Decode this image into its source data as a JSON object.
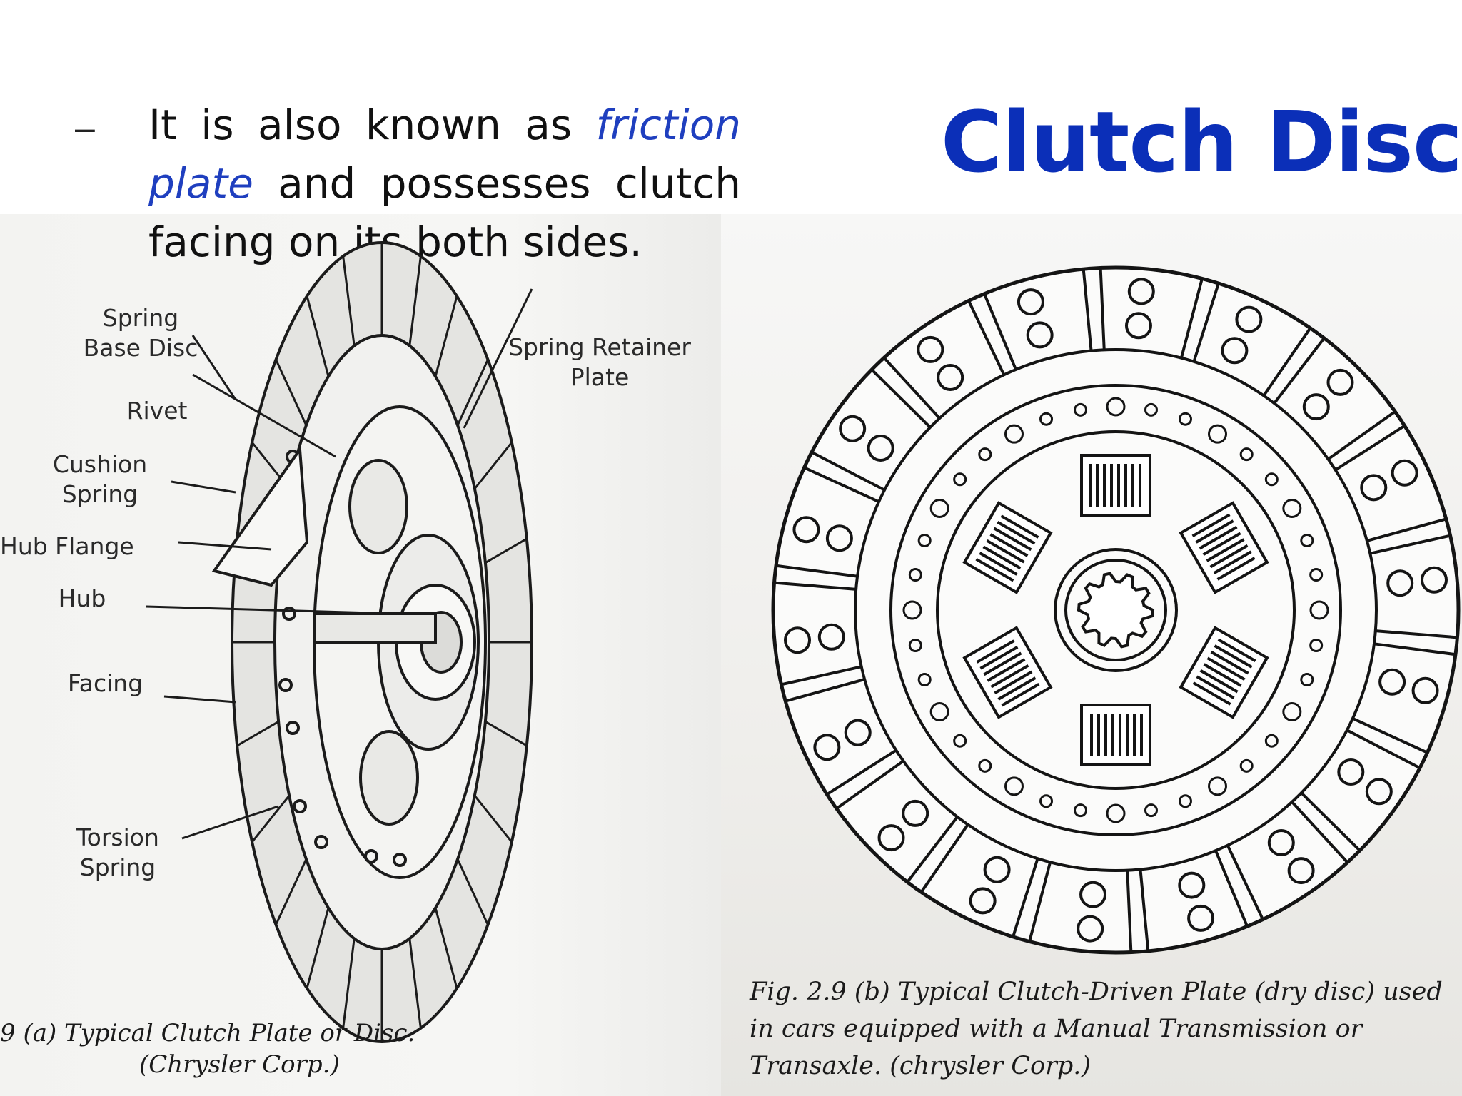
{
  "slide": {
    "title": "Clutch Disc",
    "bullet": {
      "marker": "–",
      "text_before": "It is also known as ",
      "highlight": "friction plate",
      "text_after": " and possesses clutch facing on its both sides."
    }
  },
  "figure_left": {
    "labels": {
      "spring_base_disc": "Spring\nBase Disc",
      "spring_retainer_plate": "Spring Retainer\nPlate",
      "rivet": "Rivet",
      "cushion_spring": "Cushion\nSpring",
      "hub_flange": "Hub Flange",
      "hub": "Hub",
      "facing": "Facing",
      "torsion_spring": "Torsion\nSpring"
    },
    "caption_line1": "9 (a)  Typical Clutch Plate or Disc.",
    "caption_line2": "(Chrysler Corp.)"
  },
  "figure_right": {
    "caption_line1": "Fig. 2.9 (b)  Typical Clutch-Driven Plate (dry disc) used",
    "caption_line2": "in  cars  equipped  with  a  Manual  Transmission  or",
    "caption_line3": "Transaxle.  (chrysler Corp.)"
  },
  "colors": {
    "title": "#0b2fb8",
    "highlight": "#1f3fbf",
    "ink": "#1a1a1a"
  }
}
